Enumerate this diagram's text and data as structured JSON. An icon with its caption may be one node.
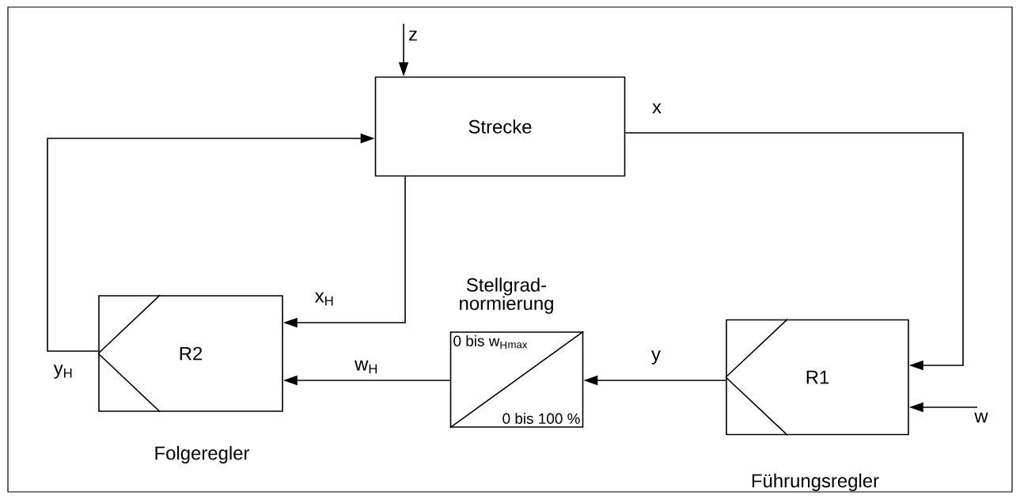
{
  "diagram": {
    "nodes": [
      {
        "text": [
          "Strecke"
        ]
      },
      {
        "text": [
          "R2"
        ],
        "beside": [
          "Folgeregler"
        ]
      },
      {
        "text": [
          "Stellgrad- normierung",
          "0 bis w$_{H}$$_{max}$",
          "0 bis 100 %"
        ]
      },
      {
        "text": [
          "R1"
        ],
        "beside": [
          "Führungsregler"
        ]
      }
    ],
    "edges": [
      {
        "from": null,
        "to": 0,
        "arrow": "to",
        "label": "z"
      },
      {
        "from": 0,
        "to": 3,
        "arrow": "to",
        "label": "x"
      },
      {
        "from": 0,
        "to": 1,
        "arrow": "to",
        "label": "x$_{H}$"
      },
      {
        "from": 1,
        "to": 0,
        "arrow": "to",
        "label": "y$_{H}$"
      },
      {
        "from": 2,
        "to": 1,
        "arrow": "to",
        "label": "w$_{H}$"
      },
      {
        "from": 3,
        "to": 2,
        "arrow": "to",
        "label": "y"
      },
      {
        "from": null,
        "to": 3,
        "arrow": "to",
        "label": "w"
      }
    ]
  }
}
